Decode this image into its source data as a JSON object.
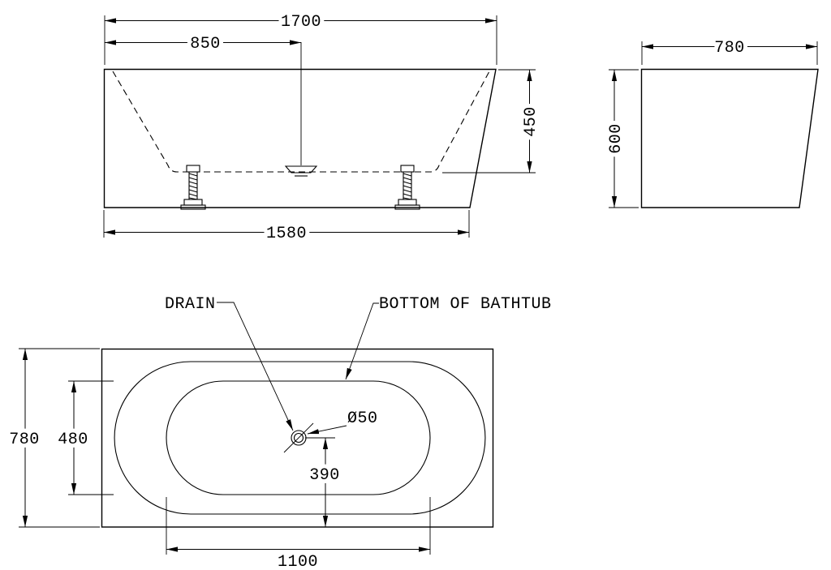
{
  "drawing": {
    "front_view": {
      "dim_overall_width": "1700",
      "dim_center_offset": "850",
      "dim_inner_depth": "450",
      "dim_base_width": "1580"
    },
    "end_view": {
      "dim_width": "780",
      "dim_height": "600"
    },
    "plan_view": {
      "label_drain": "DRAIN",
      "label_bottom": "BOTTOM OF BATHTUB",
      "dim_drain_diameter": "Ø50",
      "dim_overall_depth": "780",
      "dim_inner_depth": "480",
      "dim_drain_offset": "390",
      "dim_bottom_length": "1100"
    },
    "colors": {
      "ink": "#000000",
      "paper": "#ffffff"
    }
  }
}
